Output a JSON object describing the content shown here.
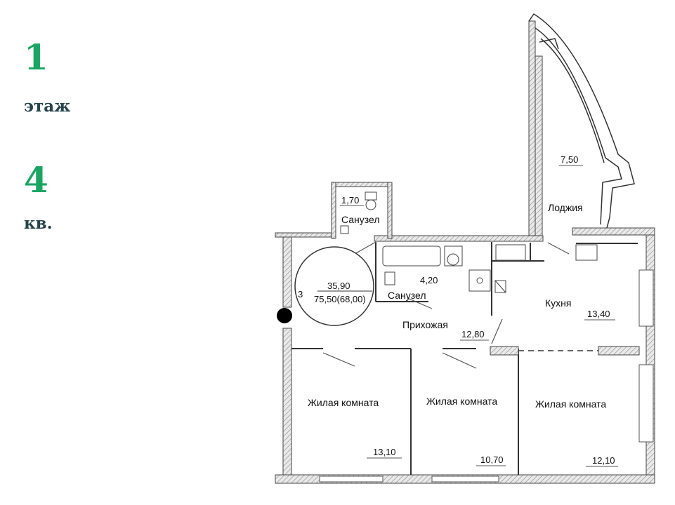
{
  "floor": {
    "number": "1",
    "label": "этаж"
  },
  "apartment": {
    "number": "4",
    "label": "кв."
  },
  "colors": {
    "accent": "#1aa563",
    "dark_text": "#26434a",
    "wall": "#555555"
  },
  "plan": {
    "rooms_count": "3",
    "living_area": "35,90",
    "total_area": "75,50(68,00)",
    "rooms": [
      {
        "name": "Санузел",
        "area": "1,70"
      },
      {
        "name": "Санузел",
        "area": "4,20"
      },
      {
        "name": "Прихожая",
        "area": "12,80"
      },
      {
        "name": "Кухня",
        "area": "13,40"
      },
      {
        "name": "Лоджия",
        "area": "7,50"
      },
      {
        "name": "Жилая комната",
        "area": "13,10"
      },
      {
        "name": "Жилая комната",
        "area": "10,70"
      },
      {
        "name": "Жилая комната",
        "area": "12,10"
      }
    ]
  }
}
